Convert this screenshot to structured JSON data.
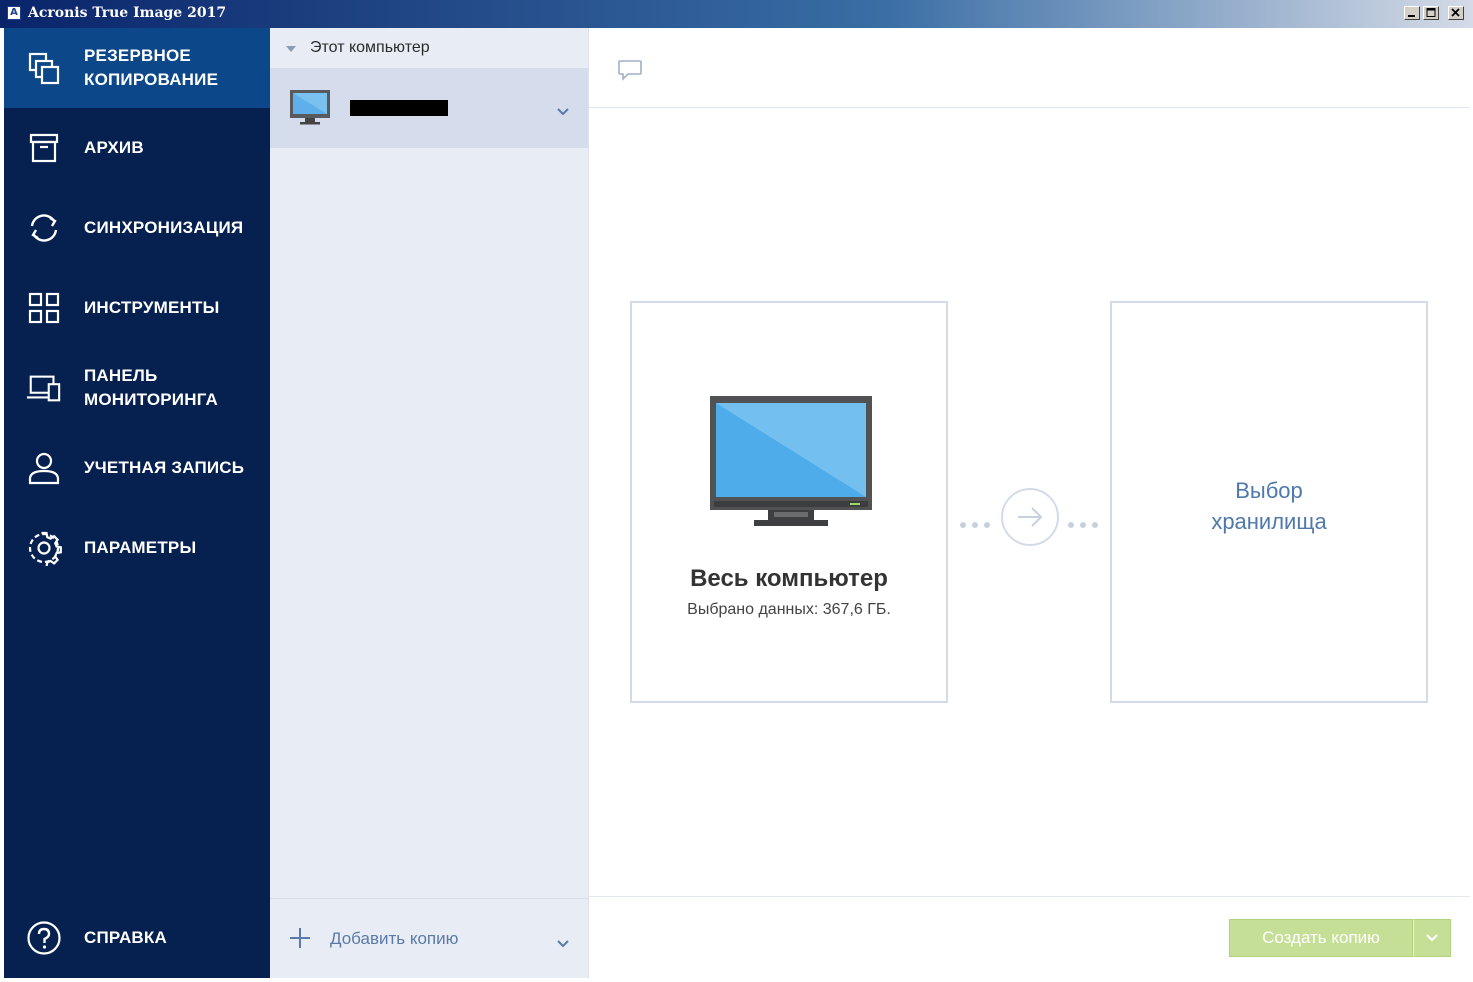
{
  "window": {
    "title": "Acronis True Image 2017",
    "icon_letter": "A"
  },
  "sidebar": {
    "items": [
      {
        "label": "РЕЗЕРВНОЕ\nКОПИРОВАНИЕ",
        "icon": "backup-copy-icon",
        "active": true
      },
      {
        "label": "АРХИВ",
        "icon": "archive-box-icon"
      },
      {
        "label": "СИНХРОНИЗАЦИЯ",
        "icon": "sync-icon"
      },
      {
        "label": "ИНСТРУМЕНТЫ",
        "icon": "tools-grid-icon"
      },
      {
        "label": "ПАНЕЛЬ\nМОНИТОРИНГА",
        "icon": "monitoring-devices-icon"
      },
      {
        "label": "УЧЕТНАЯ ЗАПИСЬ",
        "icon": "user-icon"
      },
      {
        "label": "ПАРАМЕТРЫ",
        "icon": "gear-icon"
      }
    ],
    "help": {
      "label": "СПРАВКА",
      "icon": "help-circle-icon"
    }
  },
  "backup_list": {
    "group_title": "Этот компьютер",
    "item": {
      "icon": "monitor-icon",
      "name_redacted": true
    },
    "add_copy_label": "Добавить копию"
  },
  "main": {
    "comment_icon": "comment-icon",
    "source": {
      "title": "Весь компьютер",
      "subtitle": "Выбрано данных: 367,6 ГБ."
    },
    "destination": {
      "title": "Выбор\nхранилища"
    },
    "create_button": "Создать копию"
  },
  "colors": {
    "sidebar_bg": "#062150",
    "sidebar_active": "#0c4789",
    "list_bg": "#e7ecf5",
    "accent_blue": "#4f78ab",
    "button_green": "#c5e096"
  }
}
